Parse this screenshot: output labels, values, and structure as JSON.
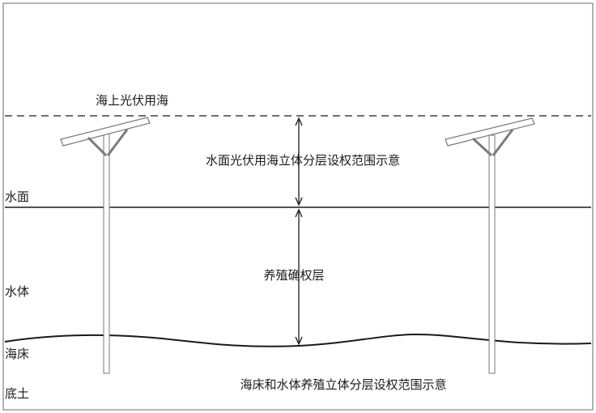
{
  "labels": {
    "sea_pv": "海上光伏用海",
    "surface_title": "水面光伏用海立体分层设权范围示意",
    "water_surface": "水面",
    "aquaculture_layer": "养殖确权层",
    "water_body": "水体",
    "seabed": "海床",
    "subsoil": "底土",
    "bottom_title": "海床和水体养殖立体分层设权范围示意"
  },
  "colors": {
    "line": "#1a1a1a",
    "frame": "#9a9a9a",
    "panel_stroke": "#7a7a7a",
    "panel_fill": "#ffffff"
  },
  "icons": {
    "pv_unit": "solar-panel-on-pole",
    "dimension_arrow": "double-headed-arrow"
  }
}
